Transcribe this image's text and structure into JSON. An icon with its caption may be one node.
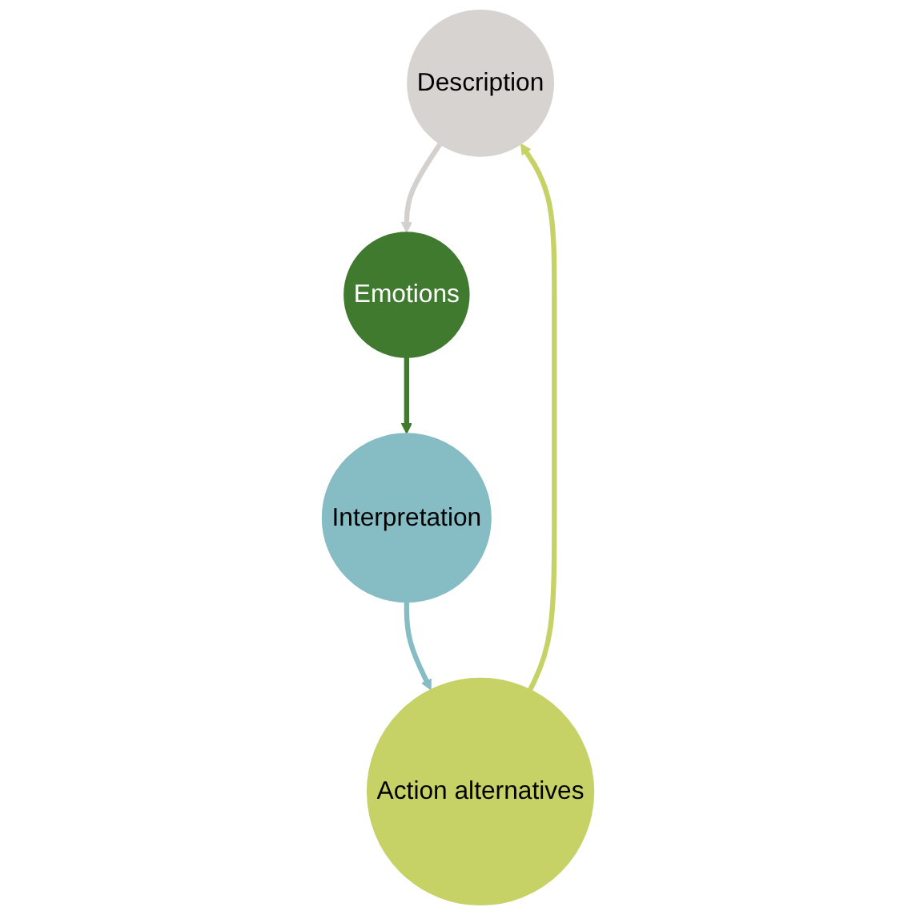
{
  "diagram": {
    "nodes": [
      {
        "text": [
          "Description"
        ]
      },
      {
        "text": [
          "Emotions"
        ]
      },
      {
        "text": [
          "Interpretation"
        ]
      },
      {
        "text": [
          "Action alternatives"
        ]
      }
    ],
    "edges": [
      {
        "from": 0,
        "to": 1,
        "arrow": "to",
        "color": "#d3d0cd"
      },
      {
        "from": 1,
        "to": 2,
        "arrow": "to",
        "color": "#3f7a2f"
      },
      {
        "from": 2,
        "to": 3,
        "arrow": "to",
        "color": "#86bcc3"
      },
      {
        "from": 3,
        "to": 0,
        "arrow": "to",
        "color": "#c6d266"
      }
    ]
  }
}
